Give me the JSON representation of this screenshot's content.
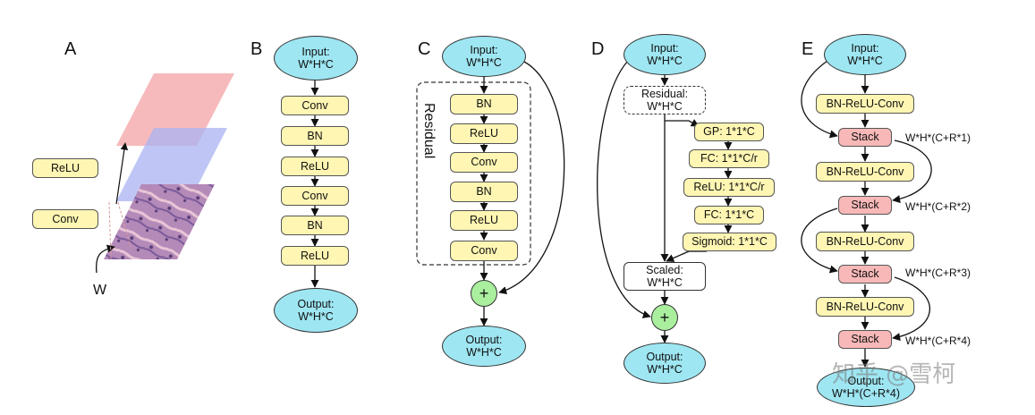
{
  "panels": {
    "A": {
      "letter": "A",
      "relu": "ReLU",
      "conv": "Conv",
      "w": "W"
    },
    "B": {
      "letter": "B",
      "input": "Input:\nW*H*C",
      "steps": [
        "Conv",
        "BN",
        "ReLU",
        "Conv",
        "BN",
        "ReLU"
      ],
      "output": "Output:\nW*H*C"
    },
    "C": {
      "letter": "C",
      "input": "Input:\nW*H*C",
      "residual_label": "Residual",
      "steps": [
        "BN",
        "ReLU",
        "Conv",
        "BN",
        "ReLU",
        "Conv"
      ],
      "plus": "+",
      "output": "Output:\nW*H*C"
    },
    "D": {
      "letter": "D",
      "input": "Input:\nW*H*C",
      "residual": "Residual:\nW*H*C",
      "se_steps": [
        "GP: 1*1*C",
        "FC: 1*1*C/r",
        "ReLU: 1*1*C/r",
        "FC: 1*1*C",
        "Sigmoid: 1*1*C"
      ],
      "scaled": "Scaled:\nW*H*C",
      "plus": "+",
      "output": "Output:\nW*H*C"
    },
    "E": {
      "letter": "E",
      "input": "Input:\nW*H*C",
      "bn_relu_conv": [
        "BN-ReLU-Conv",
        "BN-ReLU-Conv",
        "BN-ReLU-Conv",
        "BN-ReLU-Conv"
      ],
      "stack": [
        "Stack",
        "Stack",
        "Stack",
        "Stack"
      ],
      "stack_dims": [
        "W*H*(C+R*1)",
        "W*H*(C+R*2)",
        "W*H*(C+R*3)",
        "W*H*(C+R*4)"
      ],
      "output": "Output:\nW*H*(C+R*4)"
    }
  },
  "watermark": "知乎 @雪柯",
  "colors": {
    "yellow": "#fff6b3",
    "cyan": "#9ee6f2",
    "green": "#a9ef9e",
    "pink": "#f8b8b8",
    "red_plane": "#f4a3a6",
    "blue_plane": "#aab3f2"
  }
}
